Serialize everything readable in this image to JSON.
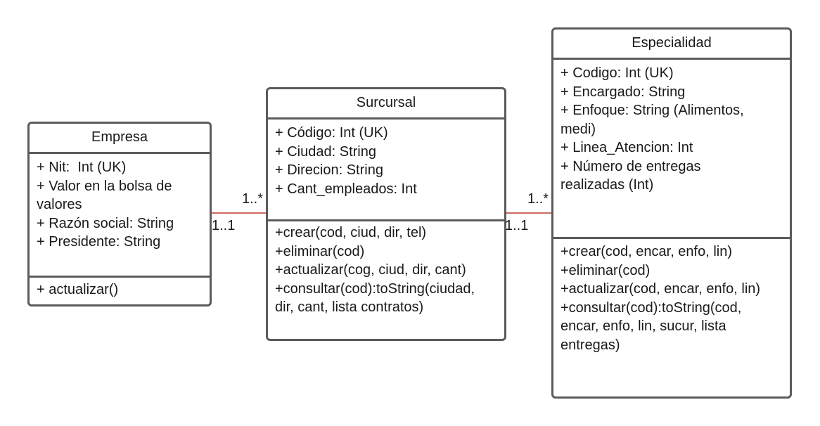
{
  "classes": {
    "empresa": {
      "name": "Empresa",
      "attributes": [
        "+ Nit:  Int (UK)",
        "+ Valor en la bolsa de",
        "valores",
        "+ Razón social: String",
        "+ Presidente: String"
      ],
      "methods": [
        "+ actualizar()"
      ]
    },
    "surcursal": {
      "name": "Surcursal",
      "attributes": [
        "+ Código: Int (UK)",
        "+ Ciudad: String",
        "+ Direcion: String",
        "+ Cant_empleados: Int"
      ],
      "methods": [
        "+crear(cod, ciud, dir, tel)",
        "+eliminar(cod)",
        "+actualizar(cog, ciud, dir, cant)",
        "+consultar(cod):toString(ciudad,",
        "dir, cant, lista contratos)"
      ]
    },
    "especialidad": {
      "name": "Especialidad",
      "attributes": [
        "+ Codigo: Int (UK)",
        "+ Encargado: String",
        "+ Enfoque: String (Alimentos,",
        "medi)",
        "+ Linea_Atencion: Int",
        "+ Número de entregas",
        "realizadas (Int)"
      ],
      "methods": [
        "+crear(cod, encar, enfo, lin)",
        "+eliminar(cod)",
        "+actualizar(cod, encar, enfo, lin)",
        "+consultar(cod):toString(cod,",
        "encar, enfo, lin, sucur, lista",
        "entregas)"
      ]
    }
  },
  "associations": [
    {
      "from": "empresa",
      "to": "surcursal",
      "from_multiplicity": "1..1",
      "to_multiplicity": "1..*",
      "color": "#c0392b"
    },
    {
      "from": "surcursal",
      "to": "especialidad",
      "from_multiplicity": "1..1",
      "to_multiplicity": "1..*",
      "color": "#c0392b"
    }
  ],
  "colors": {
    "border": "#5b5b5b",
    "association": "#c0392b",
    "text": "#1a1a1a"
  }
}
